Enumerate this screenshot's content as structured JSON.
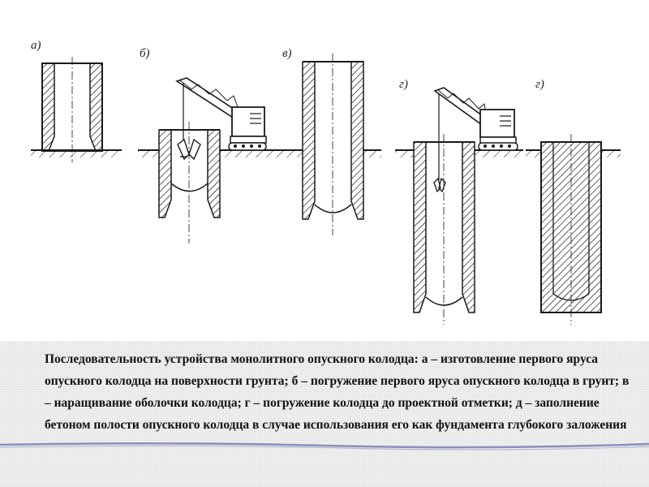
{
  "labels": {
    "stage_a": "а)",
    "stage_b": "б)",
    "stage_v": "в)",
    "stage_g": "г)",
    "stage_d": "г)"
  },
  "caption": "Последовательность устройства монолитного опускного колодца: а – изготовление первого яруса опускного колодца на поверхности грунта; б – погружение первого яруса опускного колодца в грунт; в – наращивание оболочки колодца; г – погружение колодца до проектной отметки; д – заполнение бетоном полости опускного колодца в случае использования его как фундамента глубокого заложения",
  "colors": {
    "ink": "#1a1a1a",
    "caption_bg": "#ededed",
    "accent_line": "#8a8fb8"
  }
}
